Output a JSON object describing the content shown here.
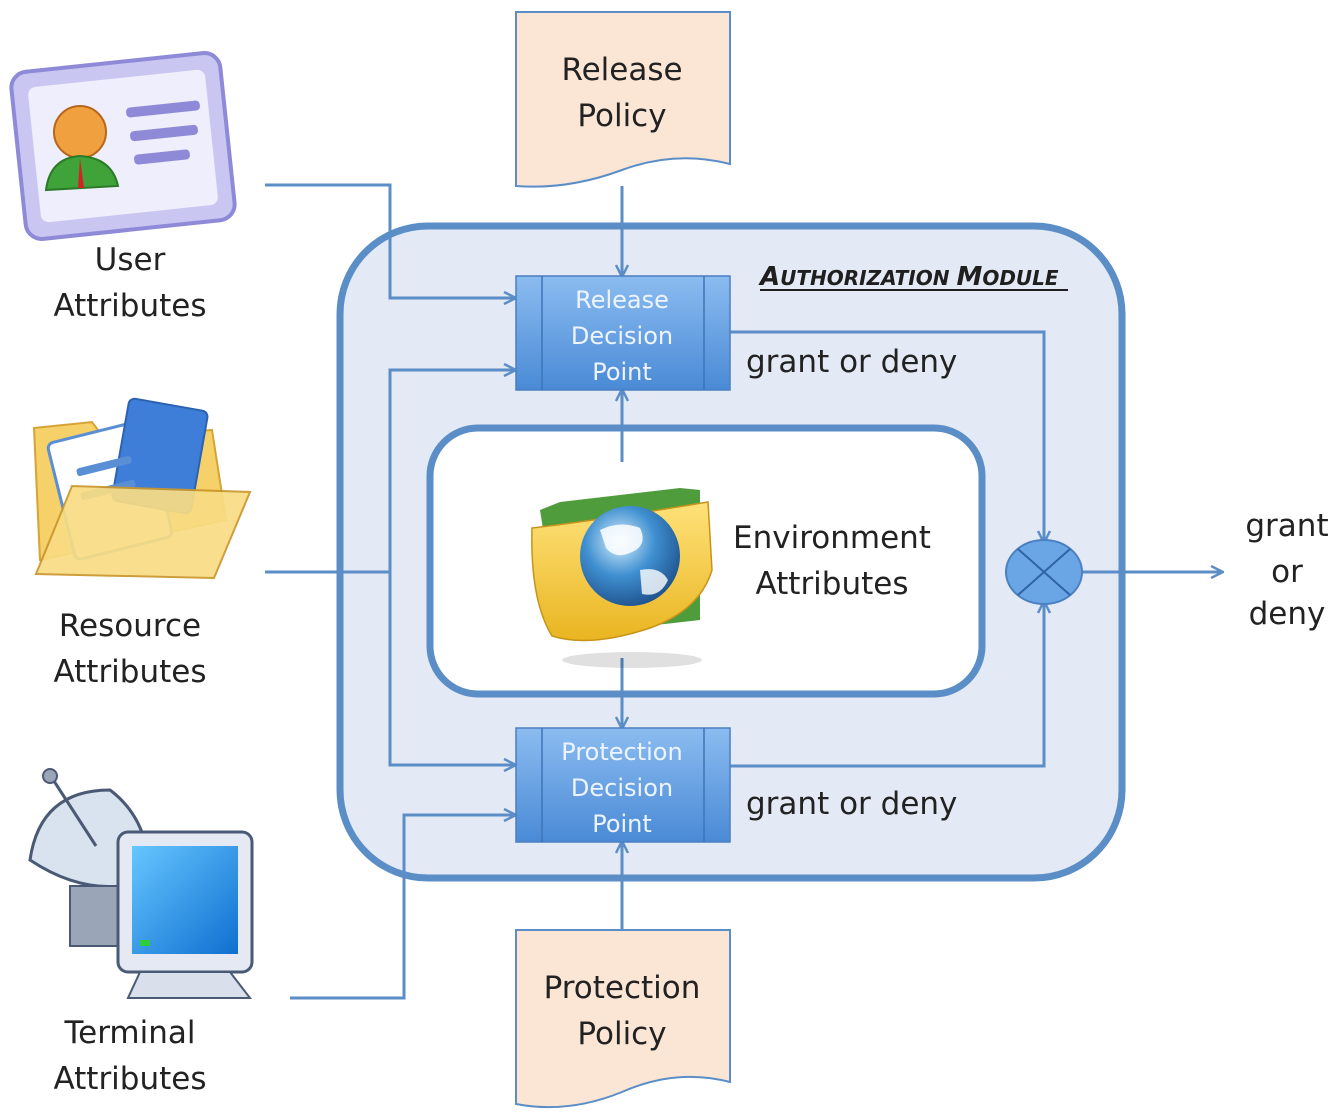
{
  "inputs": {
    "user": {
      "line1": "User",
      "line2": "Attributes",
      "icon": "user-id-card-icon"
    },
    "resource": {
      "line1": "Resource",
      "line2": "Attributes",
      "icon": "folder-documents-icon"
    },
    "terminal": {
      "line1": "Terminal",
      "line2": "Attributes",
      "icon": "satellite-computer-icon"
    }
  },
  "policies": {
    "release": {
      "line1": "Release",
      "line2": "Policy"
    },
    "protection": {
      "line1": "Protection",
      "line2": "Policy"
    }
  },
  "module": {
    "title_first_a": "A",
    "title_first_b": "UTHORIZATION",
    "title_second_a": "M",
    "title_second_b": "ODULE"
  },
  "decision_points": {
    "release": {
      "line1": "Release",
      "line2": "Decision",
      "line3": "Point"
    },
    "protection": {
      "line1": "Protection",
      "line2": "Decision",
      "line3": "Point"
    }
  },
  "environment": {
    "line1": "Environment",
    "line2": "Attributes",
    "icon": "globe-folder-icon"
  },
  "outputs": {
    "release_result": "grant or deny",
    "protection_result": "grant or deny",
    "final_line1": "grant",
    "final_line2": "or",
    "final_line3": "deny"
  },
  "colors": {
    "line": "#5b8ec7",
    "module_fill": "#e3eaf5",
    "decision_fill": "#5d9be0",
    "policy_fill": "#fbe5d5",
    "combiner_fill": "#6aa6e6"
  }
}
